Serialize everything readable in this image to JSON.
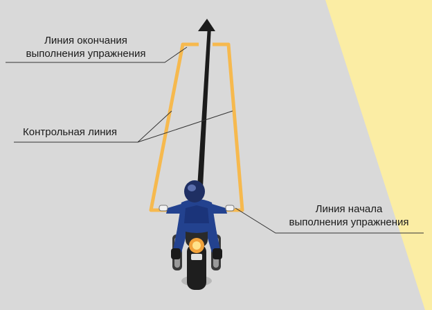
{
  "labels": {
    "finish_line": {
      "line1": "Линия окончания",
      "line2": "выполнения упражнения"
    },
    "control_line": "Контрольная линия",
    "start_line": {
      "line1": "Линия начала",
      "line2": "выполнения упражнения"
    }
  },
  "colors": {
    "road": "#d9d9d9",
    "shoulder": "#fbeda4",
    "lane_marking": "#f6b94e",
    "arrow": "#1b1b1b",
    "leader_line": "#333333",
    "rider_suit": "#23428f"
  },
  "icons": {
    "motorcycle": "motorcycle-rider-icon",
    "direction": "arrow-up-icon"
  }
}
